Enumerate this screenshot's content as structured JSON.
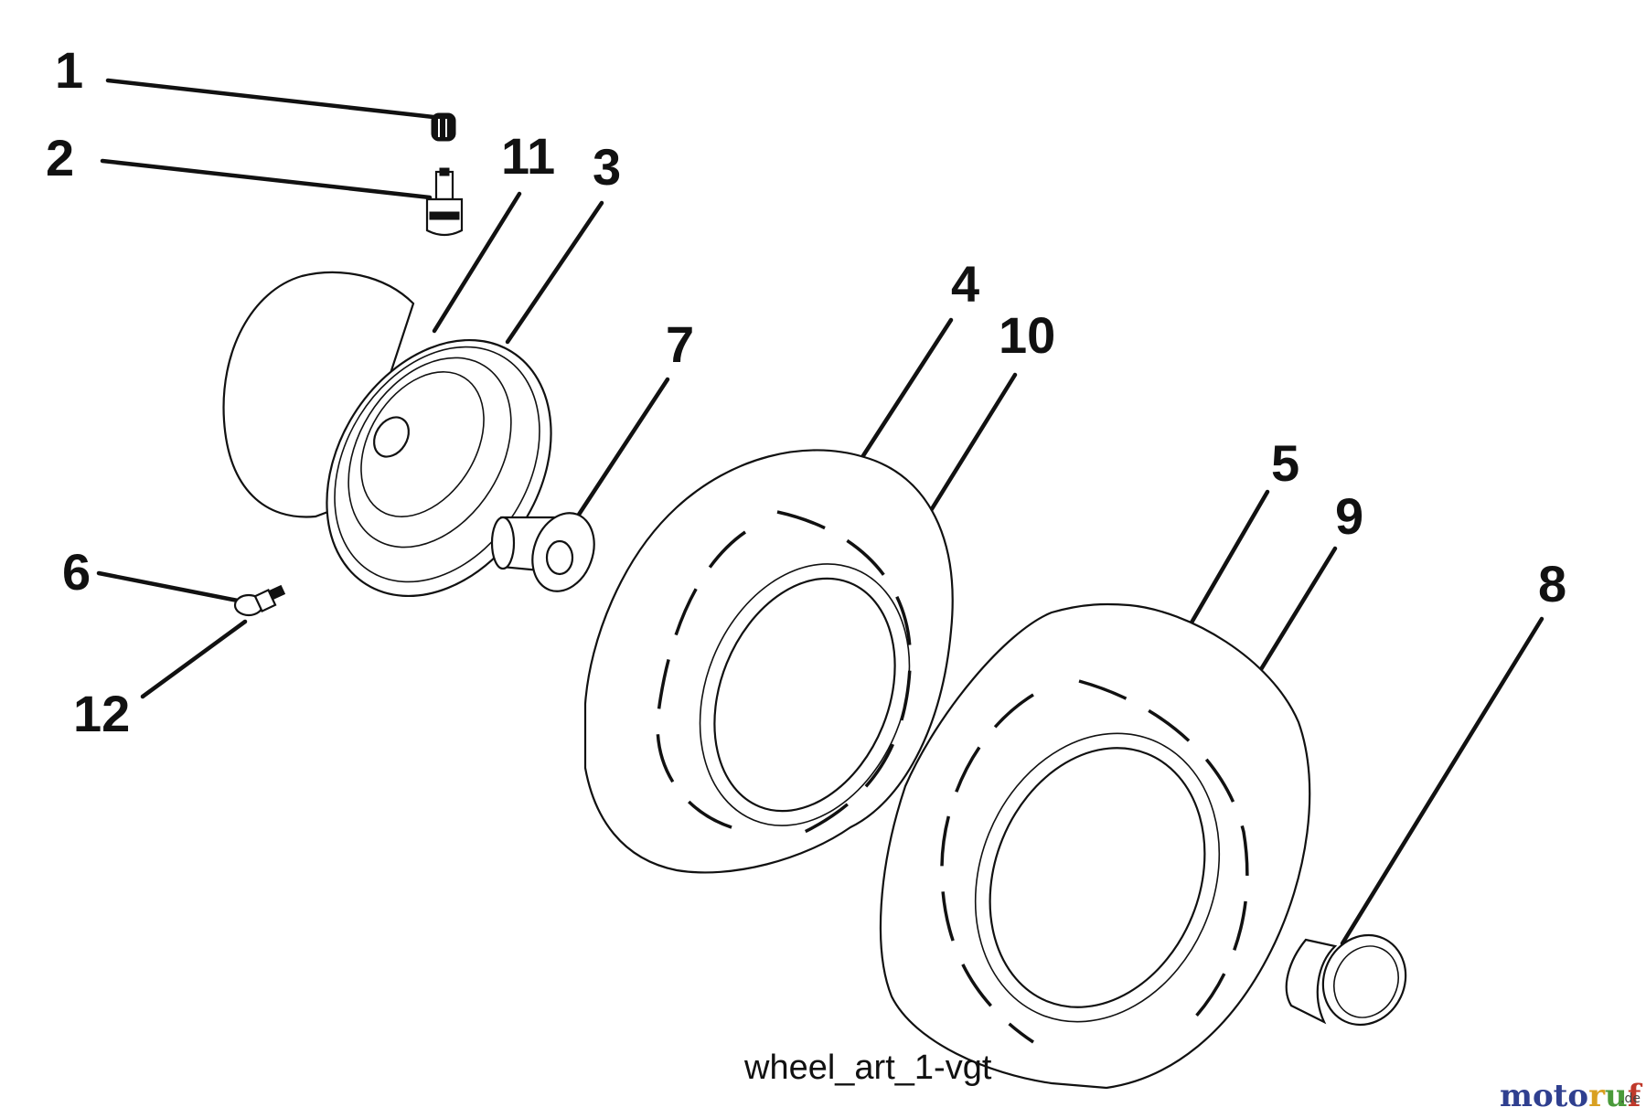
{
  "diagram": {
    "caption": "wheel_art_1-vgt",
    "callouts": [
      {
        "id": "c1",
        "label": "1"
      },
      {
        "id": "c2",
        "label": "2"
      },
      {
        "id": "c3",
        "label": "3"
      },
      {
        "id": "c4",
        "label": "4"
      },
      {
        "id": "c5",
        "label": "5"
      },
      {
        "id": "c6",
        "label": "6"
      },
      {
        "id": "c7",
        "label": "7"
      },
      {
        "id": "c8",
        "label": "8"
      },
      {
        "id": "c9",
        "label": "9"
      },
      {
        "id": "c10",
        "label": "10"
      },
      {
        "id": "c11",
        "label": "11"
      },
      {
        "id": "c12",
        "label": "12"
      }
    ]
  },
  "watermark": {
    "letters": [
      {
        "ch": "m",
        "color": "#2f3f8f"
      },
      {
        "ch": "o",
        "color": "#2f3f8f"
      },
      {
        "ch": "t",
        "color": "#2f3f8f"
      },
      {
        "ch": "o",
        "color": "#2f3f8f"
      },
      {
        "ch": "r",
        "color": "#d9a021"
      },
      {
        "ch": "u",
        "color": "#4a9a3a"
      },
      {
        "ch": "f",
        "color": "#c0392b"
      }
    ],
    "suffix": ".de"
  }
}
